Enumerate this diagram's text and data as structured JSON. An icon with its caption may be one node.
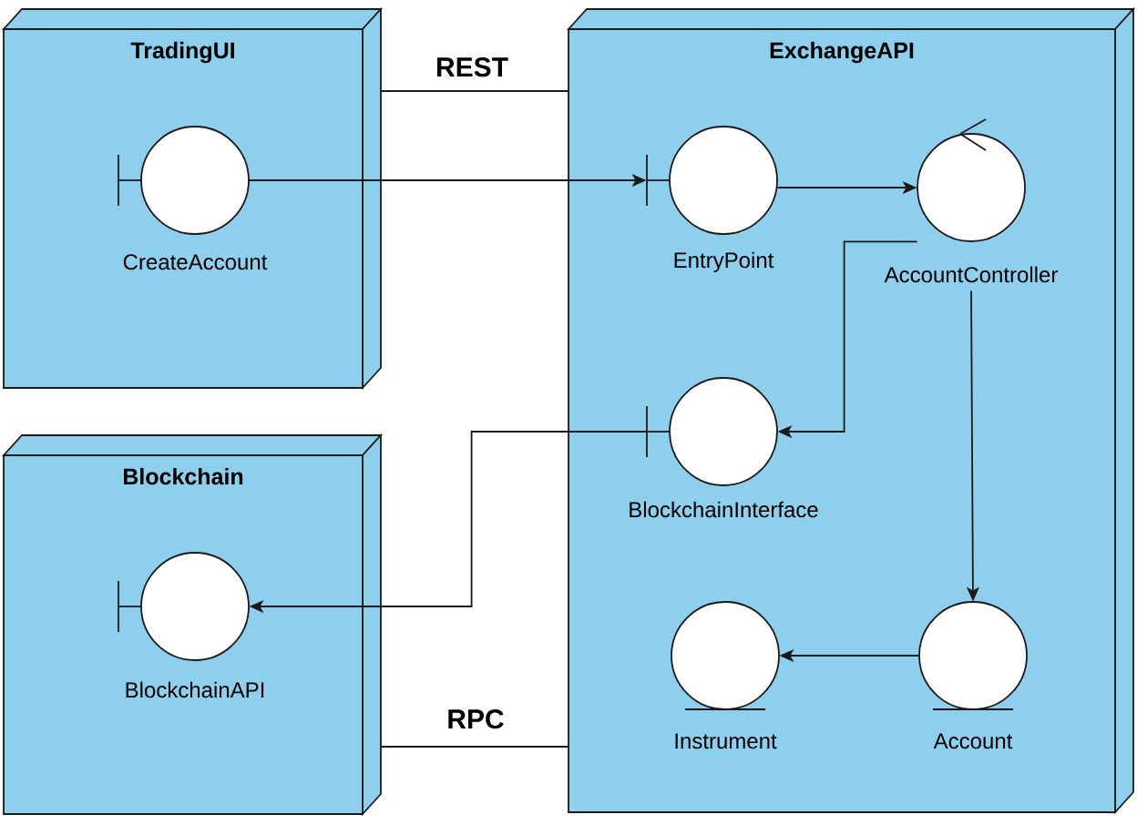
{
  "diagram": {
    "nodes": [
      {
        "text": [
          "TradingUI"
        ]
      },
      {
        "text": [
          "CreateAccount"
        ],
        "in": 0
      },
      {
        "text": [
          "ExchangeAPI"
        ]
      },
      {
        "text": [
          "EntryPoint"
        ],
        "in": 2
      },
      {
        "text": [
          "AccountController"
        ],
        "in": 2
      },
      {
        "text": [
          "BlockchainInterface"
        ],
        "in": 2
      },
      {
        "text": [
          "Instrument"
        ],
        "in": 2
      },
      {
        "text": [
          "Account"
        ],
        "in": 2
      },
      {
        "text": [
          "Blockchain"
        ]
      },
      {
        "text": [
          "BlockchainAPI"
        ],
        "in": 8
      }
    ],
    "edges": [
      {
        "from": 0,
        "to": 2,
        "arrow": "none",
        "label": "REST"
      },
      {
        "from": 1,
        "to": 3,
        "arrow": "to"
      },
      {
        "from": 3,
        "to": 4,
        "arrow": "to"
      },
      {
        "from": 4,
        "to": 5,
        "arrow": "to"
      },
      {
        "from": 4,
        "to": 7,
        "arrow": "to"
      },
      {
        "from": 7,
        "to": 6,
        "arrow": "to"
      },
      {
        "from": 5,
        "to": 9,
        "arrow": "to"
      },
      {
        "from": 8,
        "to": 2,
        "arrow": "none",
        "label": "RPC"
      }
    ]
  }
}
